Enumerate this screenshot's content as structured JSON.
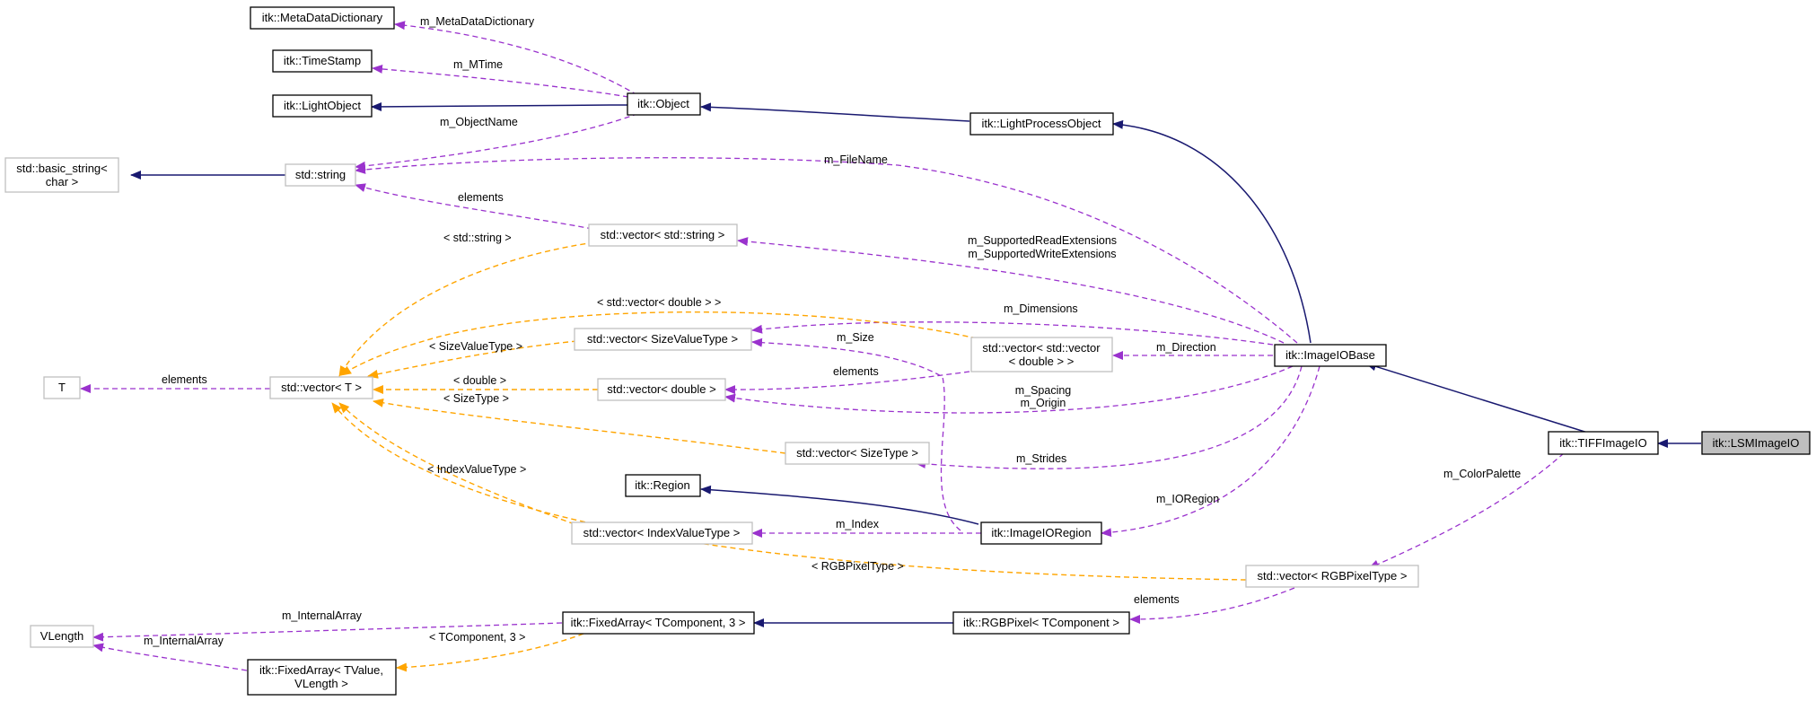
{
  "nodes": {
    "meta_data_dictionary": [
      "itk::MetaDataDictionary"
    ],
    "time_stamp": [
      "itk::TimeStamp"
    ],
    "light_object": [
      "itk::LightObject"
    ],
    "object": [
      "itk::Object"
    ],
    "light_process_object": [
      "itk::LightProcessObject"
    ],
    "basic_string": [
      "std::basic_string<",
      "char >"
    ],
    "string": [
      "std::string"
    ],
    "vector_string": [
      "std::vector< std::string >"
    ],
    "t_param": [
      "T"
    ],
    "vector_t": [
      "std::vector< T >"
    ],
    "vector_size_value_type": [
      "std::vector< SizeValueType >"
    ],
    "vector_vector_double": [
      "std::vector< std::vector",
      "< double > >"
    ],
    "vector_double": [
      "std::vector< double >"
    ],
    "image_io_base": [
      "itk::ImageIOBase"
    ],
    "vector_size_type": [
      "std::vector< SizeType >"
    ],
    "region": [
      "itk::Region"
    ],
    "vector_index_value_type": [
      "std::vector< IndexValueType >"
    ],
    "image_io_region": [
      "itk::ImageIORegion"
    ],
    "tiff_image_io": [
      "itk::TIFFImageIO"
    ],
    "lsm_image_io": [
      "itk::LSMImageIO"
    ],
    "vector_rgb_pixel_type": [
      "std::vector< RGBPixelType >"
    ],
    "vlength": [
      "VLength"
    ],
    "fixed_array_tcomponent": [
      "itk::FixedArray< TComponent, 3 >"
    ],
    "rgb_pixel": [
      "itk::RGBPixel< TComponent >"
    ],
    "fixed_array_tvalue": [
      "itk::FixedArray< TValue,",
      "VLength >"
    ]
  },
  "edge_labels": {
    "m_meta_data_dictionary": [
      "m_MetaDataDictionary"
    ],
    "m_mtime": [
      "m_MTime"
    ],
    "m_object_name": [
      "m_ObjectName"
    ],
    "m_file_name": [
      "m_FileName"
    ],
    "elements_string": [
      "elements"
    ],
    "std_string_tpl": [
      "< std::string >"
    ],
    "m_supported_extensions": [
      "m_SupportedReadExtensions",
      "m_SupportedWriteExtensions"
    ],
    "vector_double_tpl": [
      "< std::vector< double > >"
    ],
    "m_dimensions": [
      "m_Dimensions"
    ],
    "size_value_type_tpl": [
      "< SizeValueType >"
    ],
    "m_size": [
      "m_Size"
    ],
    "m_direction": [
      "m_Direction"
    ],
    "elements_t": [
      "elements"
    ],
    "double_tpl": [
      "< double >"
    ],
    "elements_direction": [
      "elements"
    ],
    "m_spacing_origin": [
      "m_Spacing",
      "m_Origin"
    ],
    "size_type_tpl": [
      "< SizeType >"
    ],
    "m_strides": [
      "m_Strides"
    ],
    "index_value_type_tpl": [
      "< IndexValueType >"
    ],
    "m_io_region": [
      "m_IORegion"
    ],
    "m_index": [
      "m_Index"
    ],
    "m_color_palette": [
      "m_ColorPalette"
    ],
    "rgb_pixel_type_tpl": [
      "< RGBPixelType >"
    ],
    "elements_rgb": [
      "elements"
    ],
    "m_internal_array_1": [
      "m_InternalArray"
    ],
    "m_internal_array_2": [
      "m_InternalArray"
    ],
    "tcomponent_tpl": [
      "< TComponent, 3 >"
    ]
  },
  "colors": {
    "inheritance_edge": "#191970",
    "member_edge": "#9a32cd",
    "template_edge": "#ffa500",
    "main_node_border": "#000000",
    "external_node_border": "#bfbfbf",
    "focus_node_fill": "#bfbfbf"
  }
}
